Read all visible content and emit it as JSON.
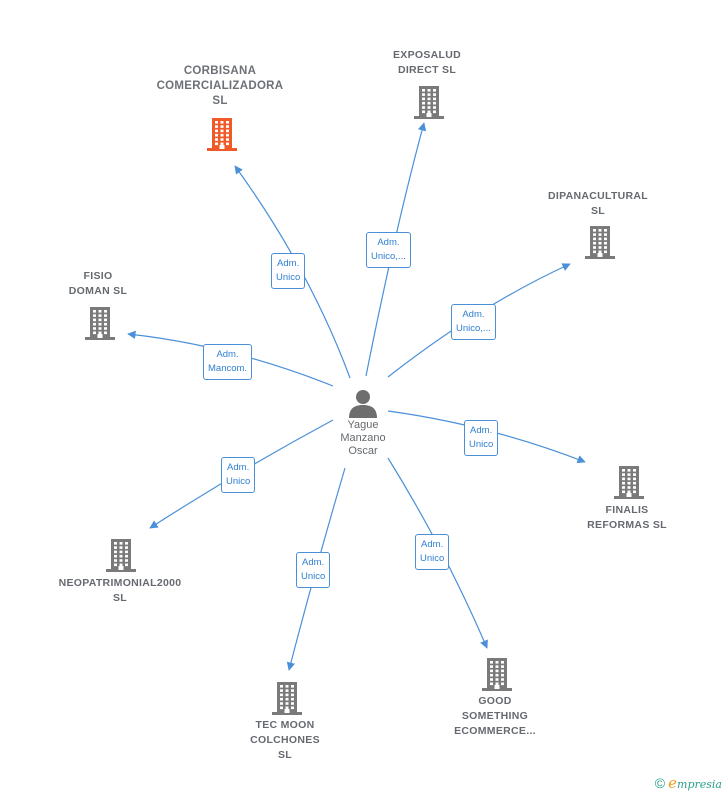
{
  "person": {
    "name_lines": [
      "Yague",
      "Manzano",
      "Oscar"
    ]
  },
  "companies": [
    {
      "id": "corbisana",
      "name_lines": [
        "CORBISANA",
        "COMERCIALIZADORA",
        "SL"
      ],
      "highlight": true
    },
    {
      "id": "exposalud",
      "name_lines": [
        "EXPOSALUD",
        "DIRECT SL"
      ]
    },
    {
      "id": "dipanacultural",
      "name_lines": [
        "DIPANACULTURAL",
        "SL"
      ]
    },
    {
      "id": "fisio",
      "name_lines": [
        "FISIO",
        "DOMAN SL"
      ]
    },
    {
      "id": "finalis",
      "name_lines": [
        "FINALIS",
        "REFORMAS  SL"
      ]
    },
    {
      "id": "neopatrimonial",
      "name_lines": [
        "NEOPATRIMONIAL2000",
        "SL"
      ]
    },
    {
      "id": "tecmoon",
      "name_lines": [
        "TEC MOON",
        "COLCHONES",
        "SL"
      ]
    },
    {
      "id": "good",
      "name_lines": [
        "GOOD",
        "SOMETHING",
        "ECOMMERCE..."
      ]
    }
  ],
  "relations": [
    {
      "target": "corbisana",
      "lines": [
        "Adm.",
        "Unico"
      ]
    },
    {
      "target": "exposalud",
      "lines": [
        "Adm.",
        "Unico,..."
      ]
    },
    {
      "target": "dipanacultural",
      "lines": [
        "Adm.",
        "Unico,..."
      ]
    },
    {
      "target": "fisio",
      "lines": [
        "Adm.",
        "Mancom."
      ]
    },
    {
      "target": "finalis",
      "lines": [
        "Adm.",
        "Unico"
      ]
    },
    {
      "target": "neopatrimonial",
      "lines": [
        "Adm.",
        "Unico"
      ]
    },
    {
      "target": "tecmoon",
      "lines": [
        "Adm.",
        "Unico"
      ]
    },
    {
      "target": "good",
      "lines": [
        "Adm.",
        "Unico"
      ]
    }
  ],
  "colors": {
    "edge": "#4a90d9",
    "building": "#7a7a7a",
    "highlight": "#f05a28",
    "person": "#6e6e6e"
  },
  "icons": {
    "company": "building-icon",
    "person": "person-icon"
  },
  "brand": {
    "copyright": "©",
    "e": "e",
    "rest": "mpresia"
  }
}
